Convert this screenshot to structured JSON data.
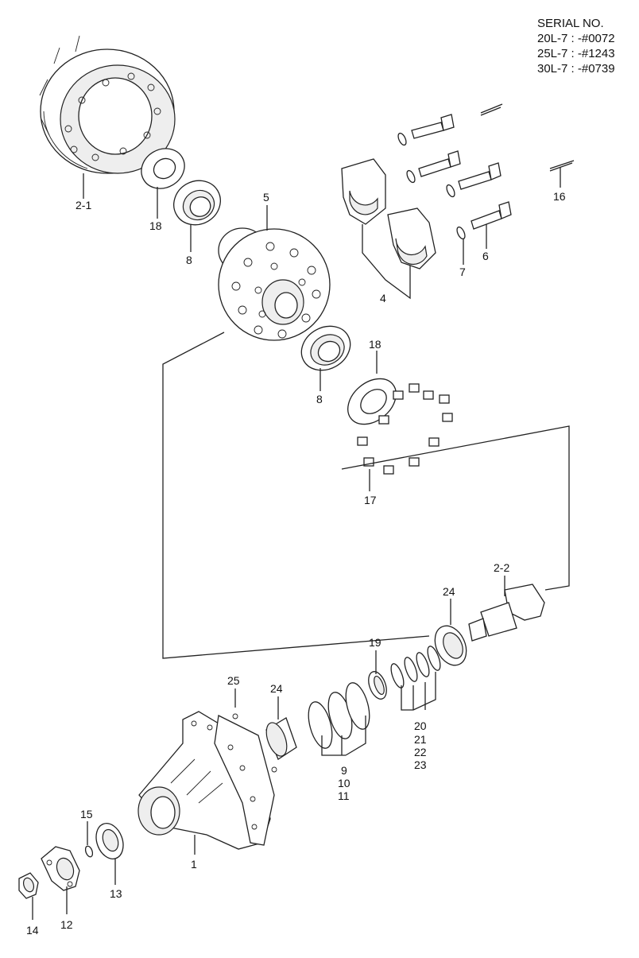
{
  "serial": {
    "heading": "SERIAL NO.",
    "lines": [
      "20L-7 : -#0072",
      "25L-7 : -#1243",
      "30L-7 : -#0739"
    ]
  },
  "callouts": {
    "p2_1": "2-1",
    "p18a": "18",
    "p8a": "8",
    "p5": "5",
    "p16": "16",
    "p6": "6",
    "p7": "7",
    "p4": "4",
    "p18b": "18",
    "p8b": "8",
    "p17": "17",
    "p2_2": "2-2",
    "p24a": "24",
    "p19": "19",
    "p25": "25",
    "p24b": "24",
    "p20": "20",
    "p21": "21",
    "p22": "22",
    "p23": "23",
    "p9": "9",
    "p10": "10",
    "p11": "11",
    "p15": "15",
    "p1": "1",
    "p13": "13",
    "p14": "14",
    "p12": "12"
  }
}
